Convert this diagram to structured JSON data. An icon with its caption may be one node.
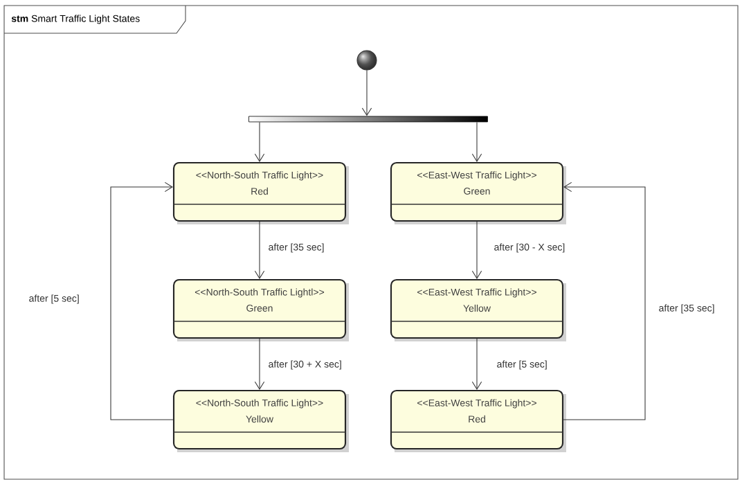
{
  "diagram": {
    "nodes": [
      {
        "text": [
          "**stm** Smart Traffic Light States"
        ]
      },
      {
        "text": [],
        "shape": "circle",
        "in": 0
      },
      {
        "text": [],
        "shape": "bar",
        "in": 0
      },
      {
        "text": [
          "<<North-South Traffic Light>>",
          "Red"
        ],
        "in": 0
      },
      {
        "text": [
          "<<North-South Traffic Lightl>>",
          "Green"
        ],
        "in": 0
      },
      {
        "text": [
          "<<North-South Traffic Light>>",
          "Yellow"
        ],
        "in": 0
      },
      {
        "text": [
          "<<East-West Traffic Light>>",
          "Green"
        ],
        "in": 0
      },
      {
        "text": [
          "<<East-West Traffic Light>>",
          "Yellow"
        ],
        "in": 0
      },
      {
        "text": [
          "<<East-West Traffic Light>>",
          "Red"
        ],
        "in": 0
      }
    ],
    "edges": [
      {
        "from": 1,
        "to": 2,
        "arrow": "to"
      },
      {
        "from": 2,
        "to": 3,
        "arrow": "to"
      },
      {
        "from": 2,
        "to": 6,
        "arrow": "to"
      },
      {
        "from": 3,
        "to": 4,
        "arrow": "to",
        "label": "after [35 sec]"
      },
      {
        "from": 4,
        "to": 5,
        "arrow": "to",
        "label": "after [30 + X sec]"
      },
      {
        "from": 5,
        "to": 3,
        "arrow": "to",
        "label": "after [5 sec]"
      },
      {
        "from": 6,
        "to": 7,
        "arrow": "to",
        "label": "after [30 - X sec]"
      },
      {
        "from": 7,
        "to": 8,
        "arrow": "to",
        "label": "after [5 sec]"
      },
      {
        "from": 8,
        "to": 6,
        "arrow": "to",
        "label": "after [35 sec]"
      }
    ]
  }
}
